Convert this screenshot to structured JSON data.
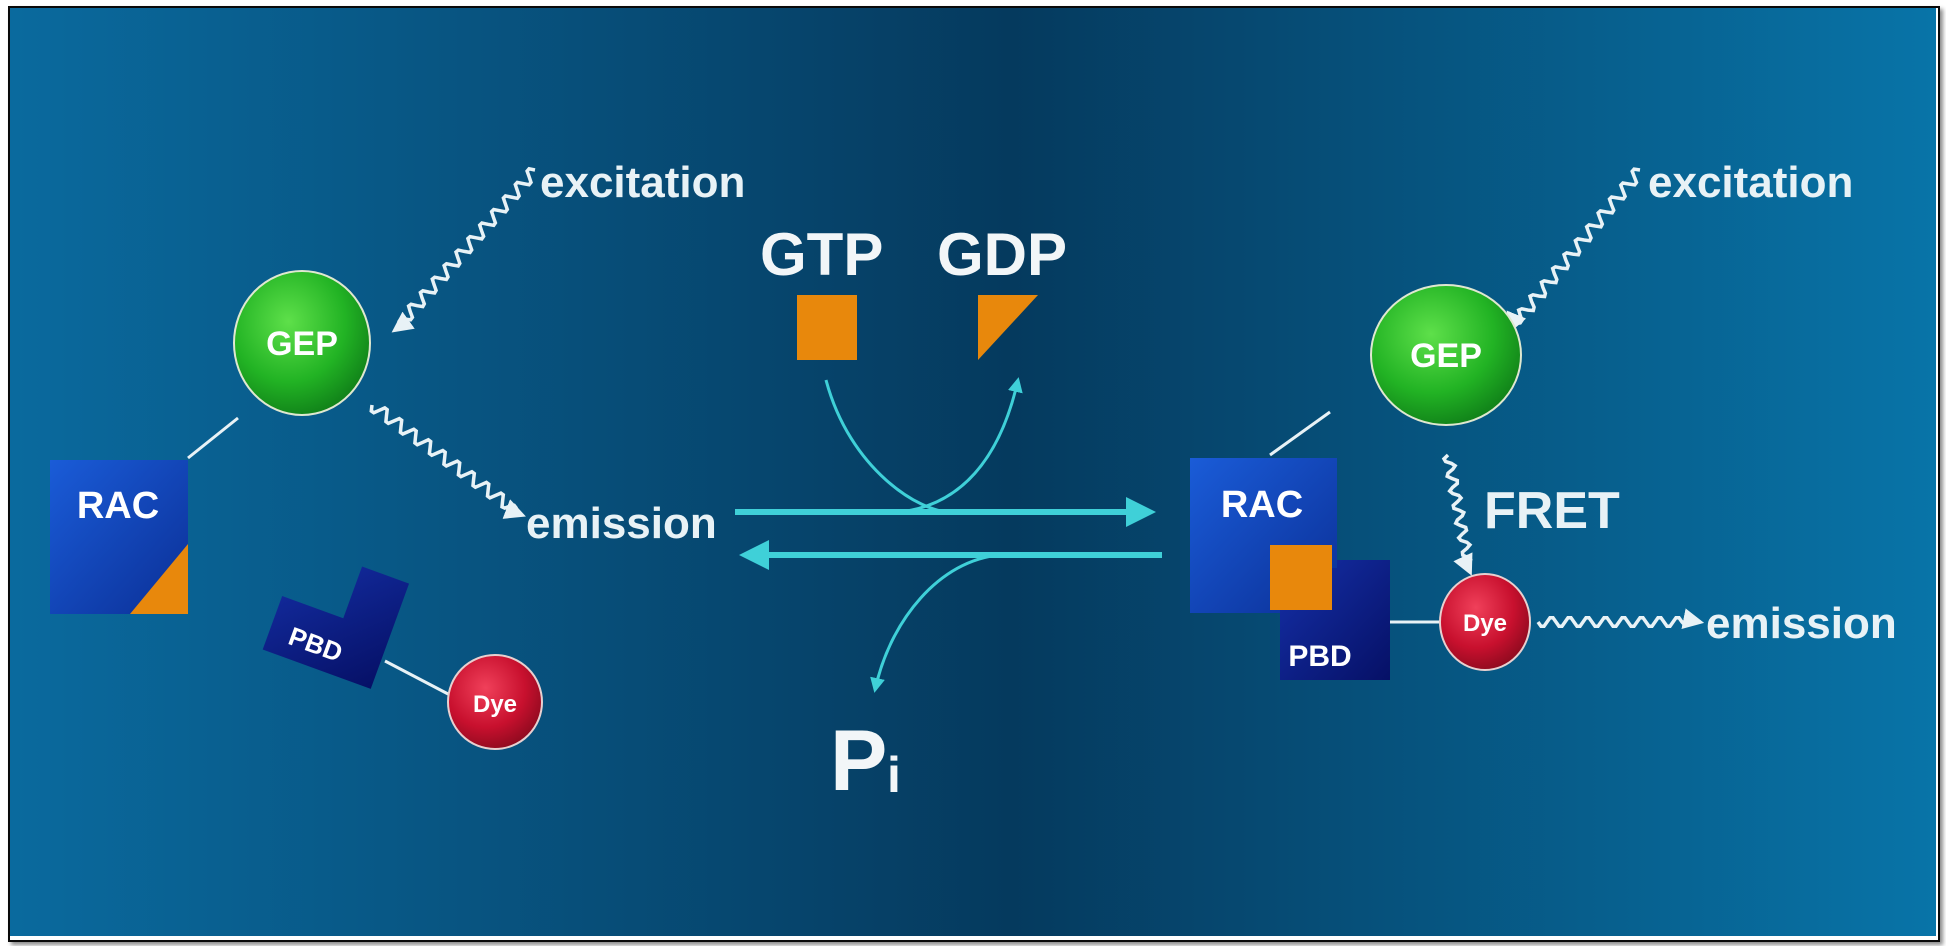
{
  "labels": {
    "excitation_left": "excitation",
    "excitation_right": "excitation",
    "emission_left": "emission",
    "emission_right": "emission",
    "gtp": "GTP",
    "gdp": "GDP",
    "pi_main": "P",
    "pi_sub": "i",
    "fret": "FRET",
    "gep_left": "GEP",
    "gep_right": "GEP",
    "rac_left": "RAC",
    "rac_right": "RAC",
    "pbd_left": "PBD",
    "pbd_right": "PBD",
    "dye_left": "Dye",
    "dye_right": "Dye"
  },
  "colors": {
    "background_edge": "#0a6fa3",
    "background_center": "#053b60",
    "gep_green": "#22b324",
    "dye_red": "#c8102e",
    "rac_blue": "#1148b8",
    "pbd_navy": "#0a1b8a",
    "nucleotide_orange": "#e8880c",
    "reaction_arrow": "#3fd0d8",
    "text_white": "#e8f2f6"
  }
}
